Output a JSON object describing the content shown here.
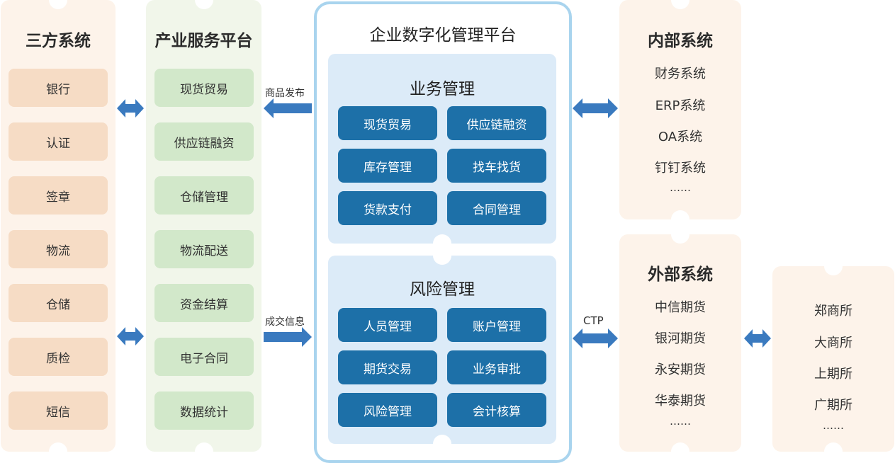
{
  "third_party": {
    "title": "三方系统",
    "items": [
      "银行",
      "认证",
      "签章",
      "物流",
      "仓储",
      "质检",
      "短信"
    ]
  },
  "industry_platform": {
    "title": "产业服务平台",
    "items": [
      "现货贸易",
      "供应链融资",
      "仓储管理",
      "物流配送",
      "资金结算",
      "电子合同",
      "数据统计"
    ]
  },
  "enterprise_platform": {
    "title": "企业数字化管理平台",
    "business": {
      "title": "业务管理",
      "items": [
        "现货贸易",
        "供应链融资",
        "库存管理",
        "找车找货",
        "货款支付",
        "合同管理"
      ]
    },
    "risk": {
      "title": "风险管理",
      "items": [
        "人员管理",
        "账户管理",
        "期货交易",
        "业务审批",
        "风险管理",
        "会计核算"
      ]
    }
  },
  "internal_systems": {
    "title": "内部系统",
    "items": [
      "财务系统",
      "ERP系统",
      "OA系统",
      "钉钉系统",
      "……"
    ]
  },
  "external_systems": {
    "title": "外部系统",
    "items": [
      "中信期货",
      "银河期货",
      "永安期货",
      "华泰期货",
      "……"
    ]
  },
  "exchanges": {
    "items": [
      "郑商所",
      "大商所",
      "上期所",
      "广期所",
      "……"
    ]
  },
  "arrows": {
    "publish_label": "商品发布",
    "deal_label": "成交信息",
    "ctp_label": "CTP"
  },
  "colors": {
    "arrow": "#3a7abf",
    "orange_panel": "#fdf3ea",
    "orange_pill": "#f6dcc5",
    "green_panel": "#f1f6ea",
    "green_pill": "#d2e8ca",
    "blue_border": "#a9d4ee",
    "blue_inner": "#dcebf8",
    "blue_pill": "#1d70a8"
  }
}
